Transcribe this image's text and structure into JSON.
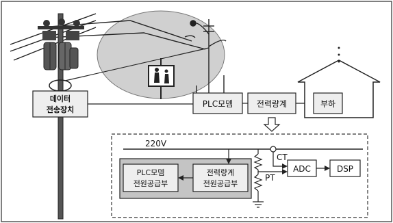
{
  "diagram": {
    "data_device": {
      "line1": "데이터",
      "line2": "전송장치"
    },
    "plc_modem": "PLC모뎀",
    "power_meter": "전력량계",
    "load": "부하",
    "voltage": "220V",
    "ct": "CT",
    "pt": "PT",
    "adc": "ADC",
    "dsp": "DSP",
    "plc_supply": {
      "line1": "PLC모뎀",
      "line2": "전원공급부"
    },
    "meter_supply": {
      "line1": "전력량계",
      "line2": "전원공급부"
    },
    "colors": {
      "ink": "#111111",
      "ellipse": "#d0d0d0",
      "gray_panel": "#c4c4c4",
      "light_box": "#eeeeee",
      "border": "#444444"
    }
  }
}
